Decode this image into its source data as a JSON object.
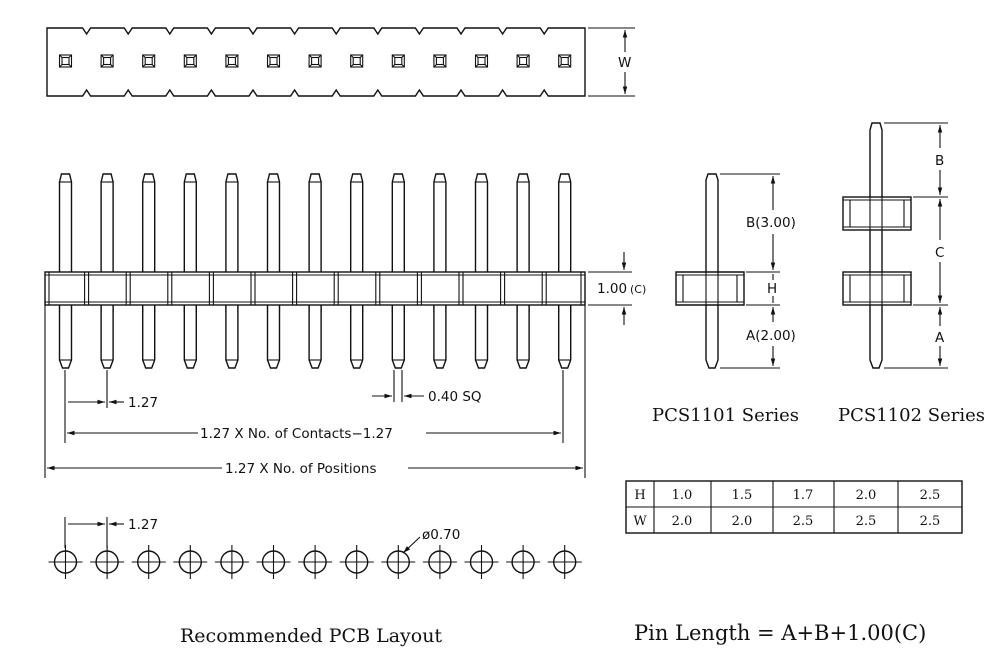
{
  "top_view": {
    "pad_count": 13,
    "dim_label": "W"
  },
  "front_view": {
    "pin_count": 13,
    "body_height_label": "1.00",
    "body_height_suffix": "(C)",
    "pitch_label": "1.27",
    "pin_size_label": "0.40 SQ",
    "contacts_label": "1.27 X No. of Contacts−1.27",
    "positions_label": "1.27 X No. of Positions"
  },
  "pcs1101": {
    "title": "PCS1101 Series",
    "b_label": "B(3.00)",
    "h_label": "H",
    "a_label": "A(2.00)"
  },
  "pcs1102": {
    "title": "PCS1102 Series",
    "b_label": "B",
    "c_label": "C",
    "a_label": "A"
  },
  "dimension_table": {
    "rows": [
      {
        "key": "H",
        "values": [
          "1.0",
          "1.5",
          "1.7",
          "2.0",
          "2.5"
        ]
      },
      {
        "key": "W",
        "values": [
          "2.0",
          "2.0",
          "2.5",
          "2.5",
          "2.5"
        ]
      }
    ]
  },
  "pcb_layout": {
    "hole_count": 13,
    "pitch_label": "1.27",
    "hole_label": "ø0.70",
    "title": "Recommended PCB Layout"
  },
  "formula": "Pin Length = A+B+1.00(C)"
}
